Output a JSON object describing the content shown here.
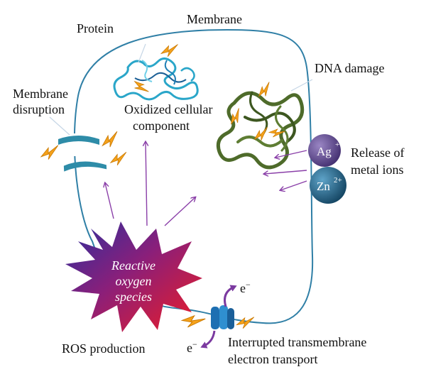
{
  "labels": {
    "membrane": "Membrane",
    "protein": "Protein",
    "membrane_disruption_line1": "Membrane",
    "membrane_disruption_line2": "disruption",
    "oxidized_line1": "Oxidized cellular",
    "oxidized_line2": "component",
    "dna_damage": "DNA damage",
    "release_line1": "Release of",
    "release_line2": "metal ions",
    "ros_line1": "Reactive",
    "ros_line2": "oxygen",
    "ros_line3": "species",
    "ros_production": "ROS production",
    "interrupted_line1": "Interrupted transmembrane",
    "interrupted_line2": "electron transport",
    "electron_top": "e",
    "electron_bottom": "e",
    "electron_charge": "−"
  },
  "ions": [
    {
      "symbol": "Ag",
      "charge": "+",
      "color": "#5a3b8c"
    },
    {
      "symbol": "Zn",
      "charge": "2+",
      "color": "#1c5f86"
    }
  ],
  "colors": {
    "membrane": "#2f7fa6",
    "arrows": "#8a3fa8",
    "lightning": "#f5a21b",
    "dna": "#4e6b2a",
    "protein": "#2aa6c9",
    "burst_start": "#2b2f9e",
    "burst_end": "#e8202a"
  },
  "icons": [
    "lightning-bolt-icon",
    "protein-structure-icon",
    "dna-strand-icon",
    "membrane-channel-icon",
    "burst-star-icon"
  ]
}
